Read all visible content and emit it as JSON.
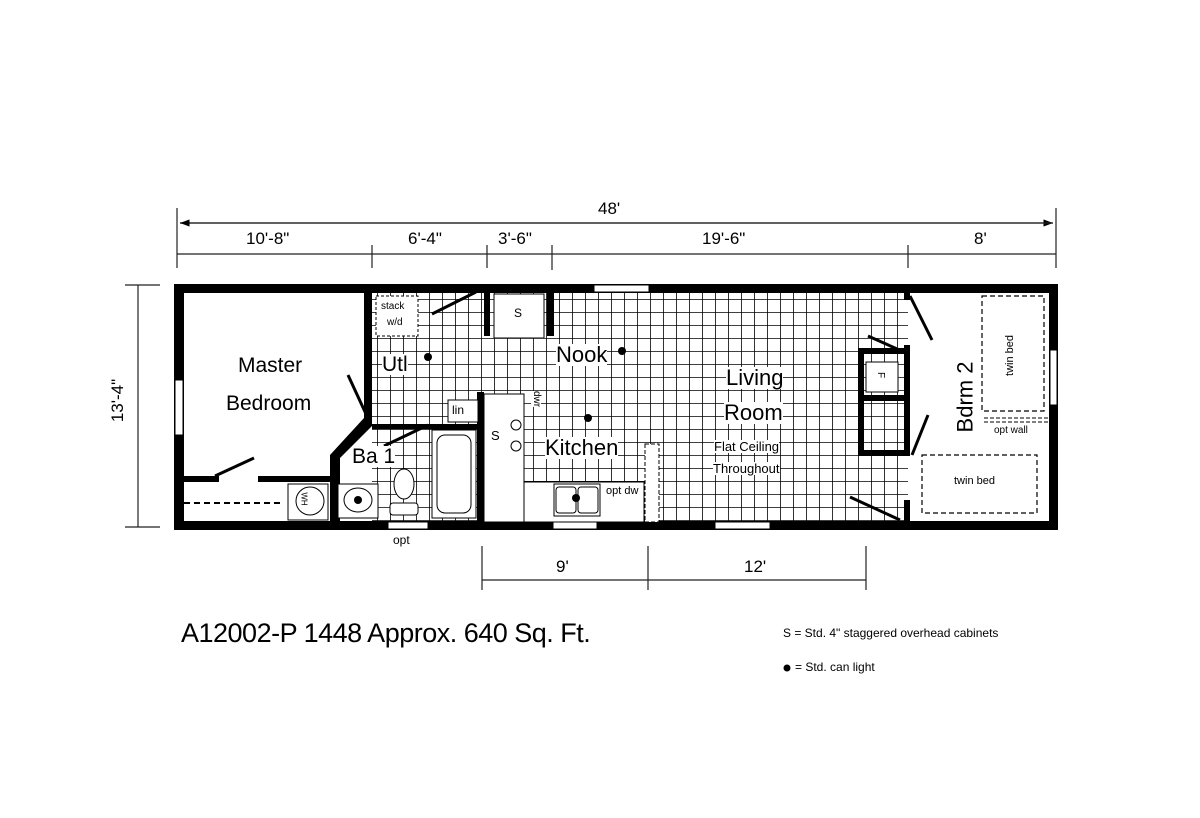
{
  "dimensions": {
    "overall_width": "48'",
    "overall_depth": "13'-4\"",
    "top_segments": [
      "10'-8\"",
      "6'-4\"",
      "3'-6\"",
      "19'-6\"",
      "8'"
    ],
    "bottom_segments": [
      "9'",
      "12'"
    ]
  },
  "rooms": {
    "master_bedroom": [
      "Master",
      "Bedroom"
    ],
    "utility": "Utl",
    "stack_wd": [
      "stack",
      "w/d"
    ],
    "bath": "Ba 1",
    "linen": "lin",
    "nook": "Nook",
    "kitchen": "Kitchen",
    "living_room": [
      "Living",
      "Room"
    ],
    "ceiling_note": [
      "Flat Ceiling",
      "Throughout"
    ],
    "bedroom2": "Bdrm 2",
    "twin_bed_1": "twin bed",
    "twin_bed_2": "twin bed",
    "opt_wall": "opt wall",
    "opt_dw": "opt dw",
    "dwr": "dwr",
    "cabinet_s_1": "S",
    "cabinet_s_2": "S",
    "fireplace": "F",
    "water_heater": "WH",
    "opt_window": "opt"
  },
  "title": "A12002-P 1448  Approx. 640 Sq. Ft.",
  "legend": {
    "cabinets": "S = Std. 4\" staggered overhead cabinets",
    "can_light": "= Std. can light"
  }
}
